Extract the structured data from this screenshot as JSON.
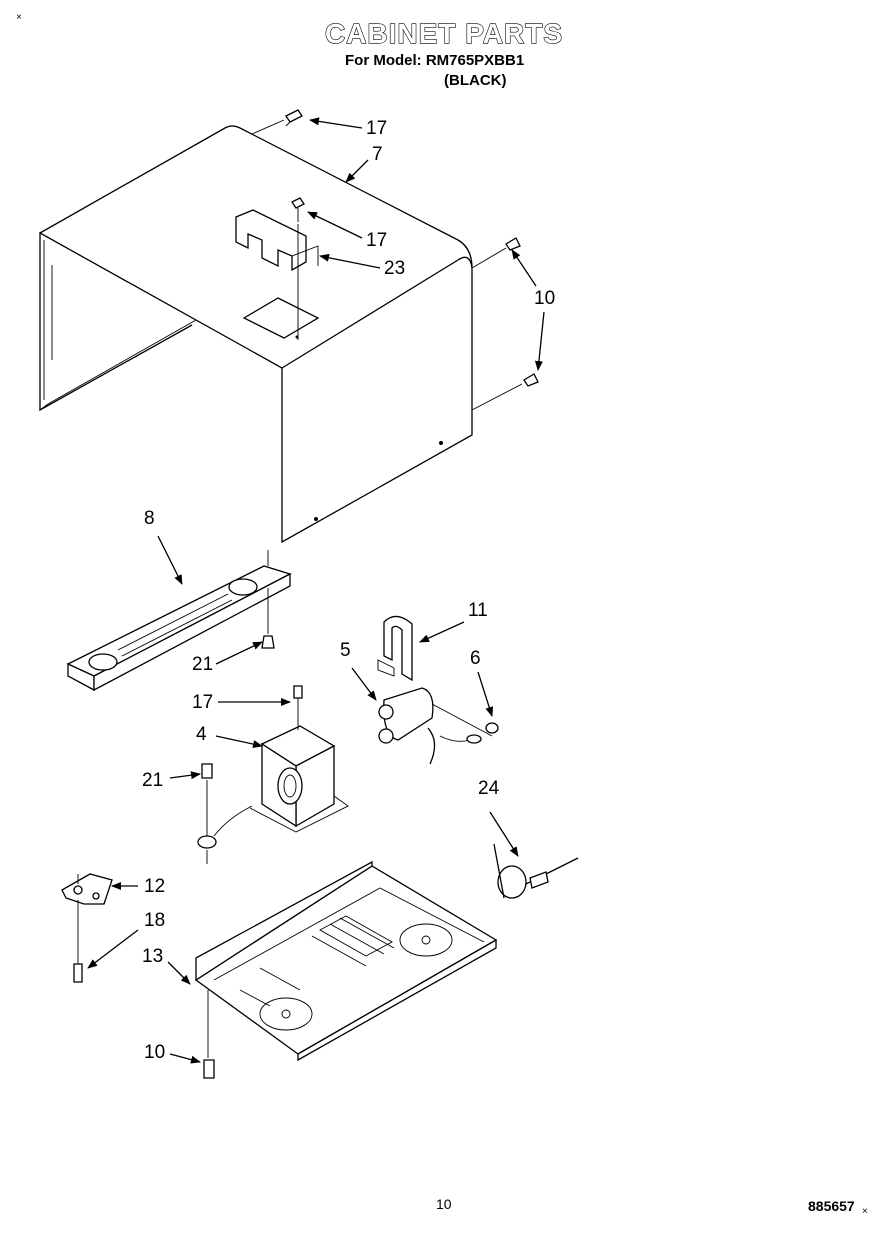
{
  "header": {
    "title": "CABINET PARTS",
    "model_line": "For Model: RM765PXBB1",
    "color_line": "(BLACK)"
  },
  "callouts": [
    {
      "id": "c17a",
      "label": "17"
    },
    {
      "id": "c7",
      "label": "7"
    },
    {
      "id": "c17b",
      "label": "17"
    },
    {
      "id": "c23",
      "label": "23"
    },
    {
      "id": "c10a",
      "label": "10"
    },
    {
      "id": "c8",
      "label": "8"
    },
    {
      "id": "c11",
      "label": "11"
    },
    {
      "id": "c5",
      "label": "5"
    },
    {
      "id": "c6",
      "label": "6"
    },
    {
      "id": "c21a",
      "label": "21"
    },
    {
      "id": "c17c",
      "label": "17"
    },
    {
      "id": "c4",
      "label": "4"
    },
    {
      "id": "c21b",
      "label": "21"
    },
    {
      "id": "c24",
      "label": "24"
    },
    {
      "id": "c12",
      "label": "12"
    },
    {
      "id": "c18",
      "label": "18"
    },
    {
      "id": "c13",
      "label": "13"
    },
    {
      "id": "c10b",
      "label": "10"
    }
  ],
  "footer": {
    "page_number": "10",
    "document_number": "885657"
  },
  "marks": {
    "corner_top": "×",
    "corner_bottom": "×"
  }
}
